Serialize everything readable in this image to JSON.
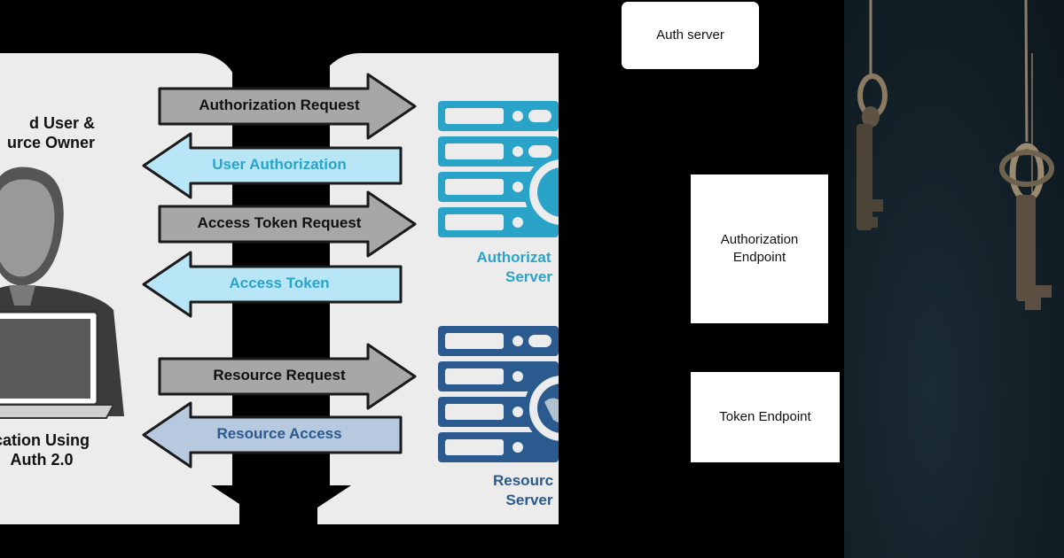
{
  "oauth_diagram": {
    "user_caption": [
      "d User &",
      "urce Owner"
    ],
    "app_caption": [
      "cation Using",
      "Auth 2.0"
    ],
    "auth_server_label": [
      "Authorizat",
      "Server"
    ],
    "resource_server_label": [
      "Resourc",
      "Server"
    ],
    "arrows": [
      {
        "label": "Authorization Request",
        "direction": "right",
        "fill": "#a7a7a7",
        "text_color": "#111111"
      },
      {
        "label": "User Authorization",
        "direction": "left",
        "fill": "#b9e6f6",
        "text_color": "#2aa3c9"
      },
      {
        "label": "Access Token Request",
        "direction": "right",
        "fill": "#a7a7a7",
        "text_color": "#111111"
      },
      {
        "label": "Access Token",
        "direction": "left",
        "fill": "#b9e6f6",
        "text_color": "#2aa3c9"
      },
      {
        "label": "Resource Request",
        "direction": "right",
        "fill": "#a7a7a7",
        "text_color": "#111111"
      },
      {
        "label": "Resource Access",
        "direction": "left",
        "fill": "#b7c9de",
        "text_color": "#2a5a8e"
      }
    ],
    "colors": {
      "card": "#ececec",
      "auth_server": "#2aa3c9",
      "resource_server": "#2a5a8e",
      "person": "#4a4a4a"
    }
  },
  "endpoints_diagram": {
    "auth_server": "Auth server",
    "authorization_endpoint": [
      "Authorization",
      "Endpoint"
    ],
    "token_endpoint": "Token Endpoint"
  },
  "keys_photo": {
    "icon": "hanging-keys-photo"
  }
}
